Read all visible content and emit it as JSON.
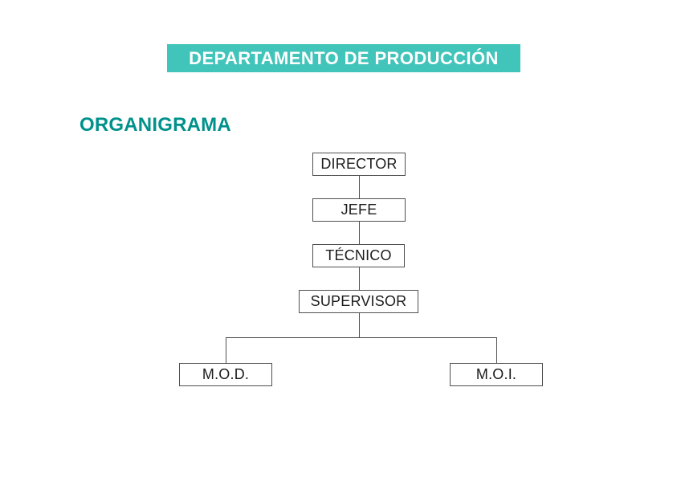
{
  "banner": {
    "title": "DEPARTAMENTO DE PRODUCCIÓN"
  },
  "heading": "ORGANIGRAMA",
  "org_chart": {
    "nodes": {
      "director": "DIRECTOR",
      "jefe": "JEFE",
      "tecnico": "TÉCNICO",
      "supervisor": "SUPERVISOR",
      "mod": "M.O.D.",
      "moi": "M.O.I."
    },
    "hierarchy": [
      {
        "parent": "DIRECTOR",
        "child": "JEFE"
      },
      {
        "parent": "JEFE",
        "child": "TÉCNICO"
      },
      {
        "parent": "TÉCNICO",
        "child": "SUPERVISOR"
      },
      {
        "parent": "SUPERVISOR",
        "child": "M.O.D."
      },
      {
        "parent": "SUPERVISOR",
        "child": "M.O.I."
      }
    ]
  },
  "colors": {
    "banner_bg": "#41c4ba",
    "banner_text": "#ffffff",
    "heading_text": "#00918c",
    "box_border": "#4f4f4f",
    "box_text": "#1c1c1c",
    "line": "#4f4f4f",
    "page_bg": "#ffffff"
  }
}
